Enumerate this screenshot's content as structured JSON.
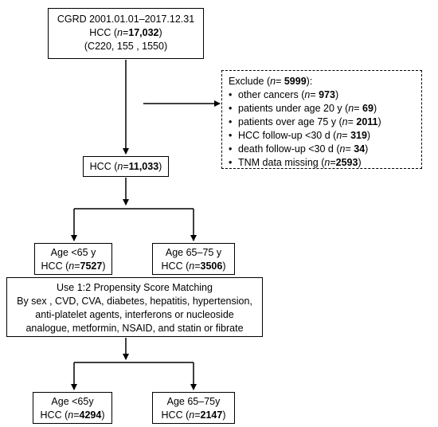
{
  "source": {
    "line1": "CGRD 2001.01.01–2017.12.31",
    "line2_prefix": "HCC (",
    "line2_n": "n",
    "line2_eq": "=",
    "line2_value": "17,032",
    "line2_suffix": ")",
    "line3": "(C220,  155 , 1550)"
  },
  "exclude": {
    "title_prefix": "Exclude (",
    "title_n": "n",
    "title_eq": "= ",
    "title_value": "5999",
    "title_suffix": "):",
    "items": [
      {
        "text": "other cancers  (",
        "n": "n",
        "eq": "= ",
        "value": "973",
        "suffix": ")"
      },
      {
        "text": "patients under age 20 y (",
        "n": "n",
        "eq": "= ",
        "value": "69",
        "suffix": ")"
      },
      {
        "text": "patients over age 75 y (",
        "n": "n",
        "eq": "= ",
        "value": "2011",
        "suffix": ")"
      },
      {
        "text": "HCC follow-up  <30 d (",
        "n": "n",
        "eq": "= ",
        "value": "319",
        "suffix": ")"
      },
      {
        "text": "death follow-up <30 d (",
        "n": "n",
        "eq": "= ",
        "value": "34",
        "suffix": ")"
      },
      {
        "text": "TNM data missing (",
        "n": "n",
        "eq": "=",
        "value": "2593",
        "suffix": ")"
      }
    ]
  },
  "hcc": {
    "prefix": "HCC (",
    "n": "n",
    "eq": "=",
    "value": "11,033",
    "suffix": ")"
  },
  "group_young": {
    "line1": "Age <65 y",
    "prefix": "HCC (",
    "n": "n",
    "eq": "=",
    "value": "7527",
    "suffix": ")"
  },
  "group_old": {
    "line1": "Age 65–75 y",
    "prefix": "HCC (",
    "n": "n",
    "eq": "=",
    "value": "3506",
    "suffix": ")"
  },
  "psm": {
    "lines": [
      "Use 1:2 Propensity Score Matching",
      "By sex , CVD, CVA, diabetes, hepatitis, hypertension,",
      "anti-platelet agents, interferons or nucleoside",
      "analogue, metformin, NSAID, and statin or fibrate"
    ]
  },
  "matched_young": {
    "line1": "Age <65y",
    "prefix": "HCC (",
    "n": "n",
    "eq": "=",
    "value": "4294",
    "suffix": ")"
  },
  "matched_old": {
    "line1": "Age 65–75y",
    "prefix": "HCC (",
    "n": "n",
    "eq": "=",
    "value": "2147",
    "suffix": ")"
  }
}
